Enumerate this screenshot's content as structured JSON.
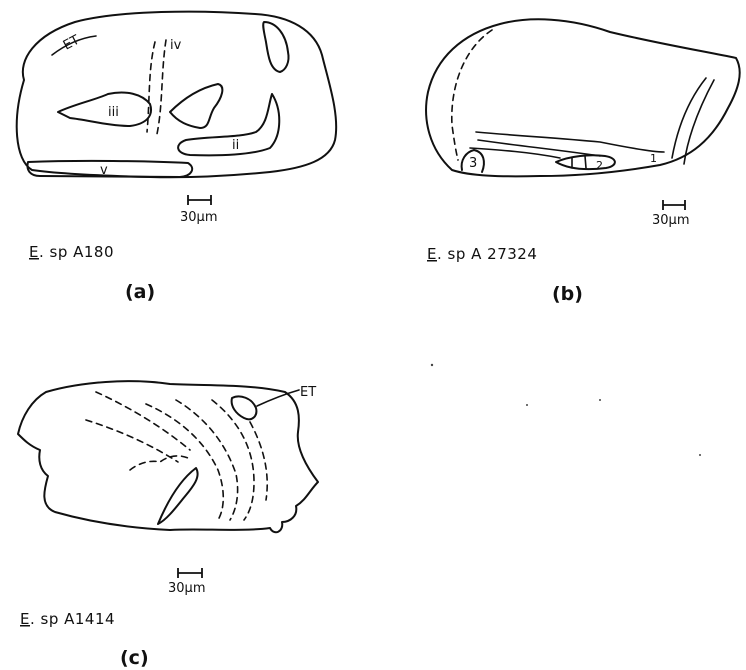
{
  "panels": [
    {
      "caption_genus": "E",
      "caption_rest": ". sp  A180",
      "tag": "(a)",
      "scale": "30µm",
      "labels": {
        "et": "ET",
        "iv": "iv",
        "iii": "iii",
        "ii": "ii",
        "v": "v"
      }
    },
    {
      "caption_genus": "E",
      "caption_rest": ".  sp  A 27324",
      "tag": "(b)",
      "scale": "30µm",
      "labels": {
        "n3": "3",
        "n2": "2",
        "n1": "1"
      }
    },
    {
      "caption_genus": "E",
      "caption_rest": ". sp  A1414",
      "tag": "(c)",
      "scale": "30µm",
      "labels": {
        "et": "ET"
      }
    }
  ]
}
